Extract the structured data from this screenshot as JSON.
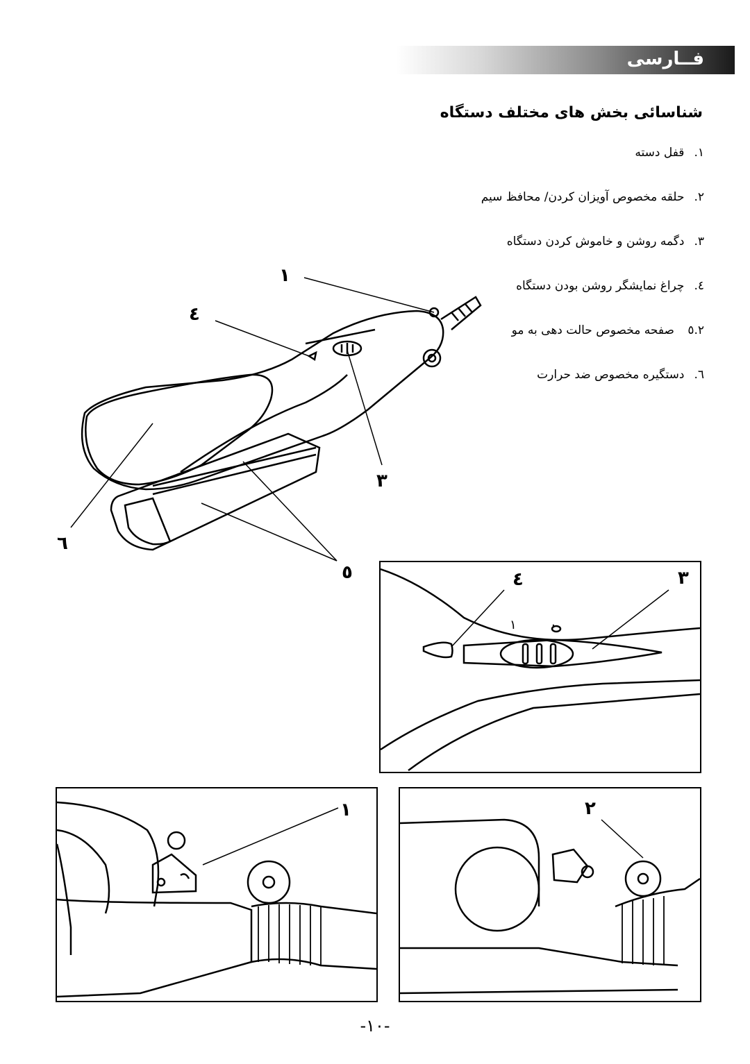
{
  "header": {
    "title": "فــارسی"
  },
  "section": {
    "title": "شناسائی بخش های مختلف دستگاه"
  },
  "parts": [
    {
      "num": "١.",
      "label": "قفل دسته"
    },
    {
      "num": "٢.",
      "label": "حلقه مخصوص آویزان کردن/ محافظ سیم"
    },
    {
      "num": "٣.",
      "label": "دگمه روشن و خاموش کردن دستگاه"
    },
    {
      "num": "٤.",
      "label": "چراغ نمایشگر روشن بودن دستگاه"
    },
    {
      "num": "٥.",
      "label": "٢ صفحه مخصوص حالت دهی به مو"
    },
    {
      "num": "٦.",
      "label": "دستگیره مخصوص ضد حرارت"
    }
  ],
  "callouts": {
    "main": [
      "١",
      "٤",
      "٣",
      "٦",
      "٥"
    ],
    "detail_switch": [
      "٤",
      "٣"
    ],
    "switch_marks": [
      "١",
      "٠"
    ],
    "detail_lock": "١",
    "detail_ring": "٢"
  },
  "page_number": "-١٠-"
}
